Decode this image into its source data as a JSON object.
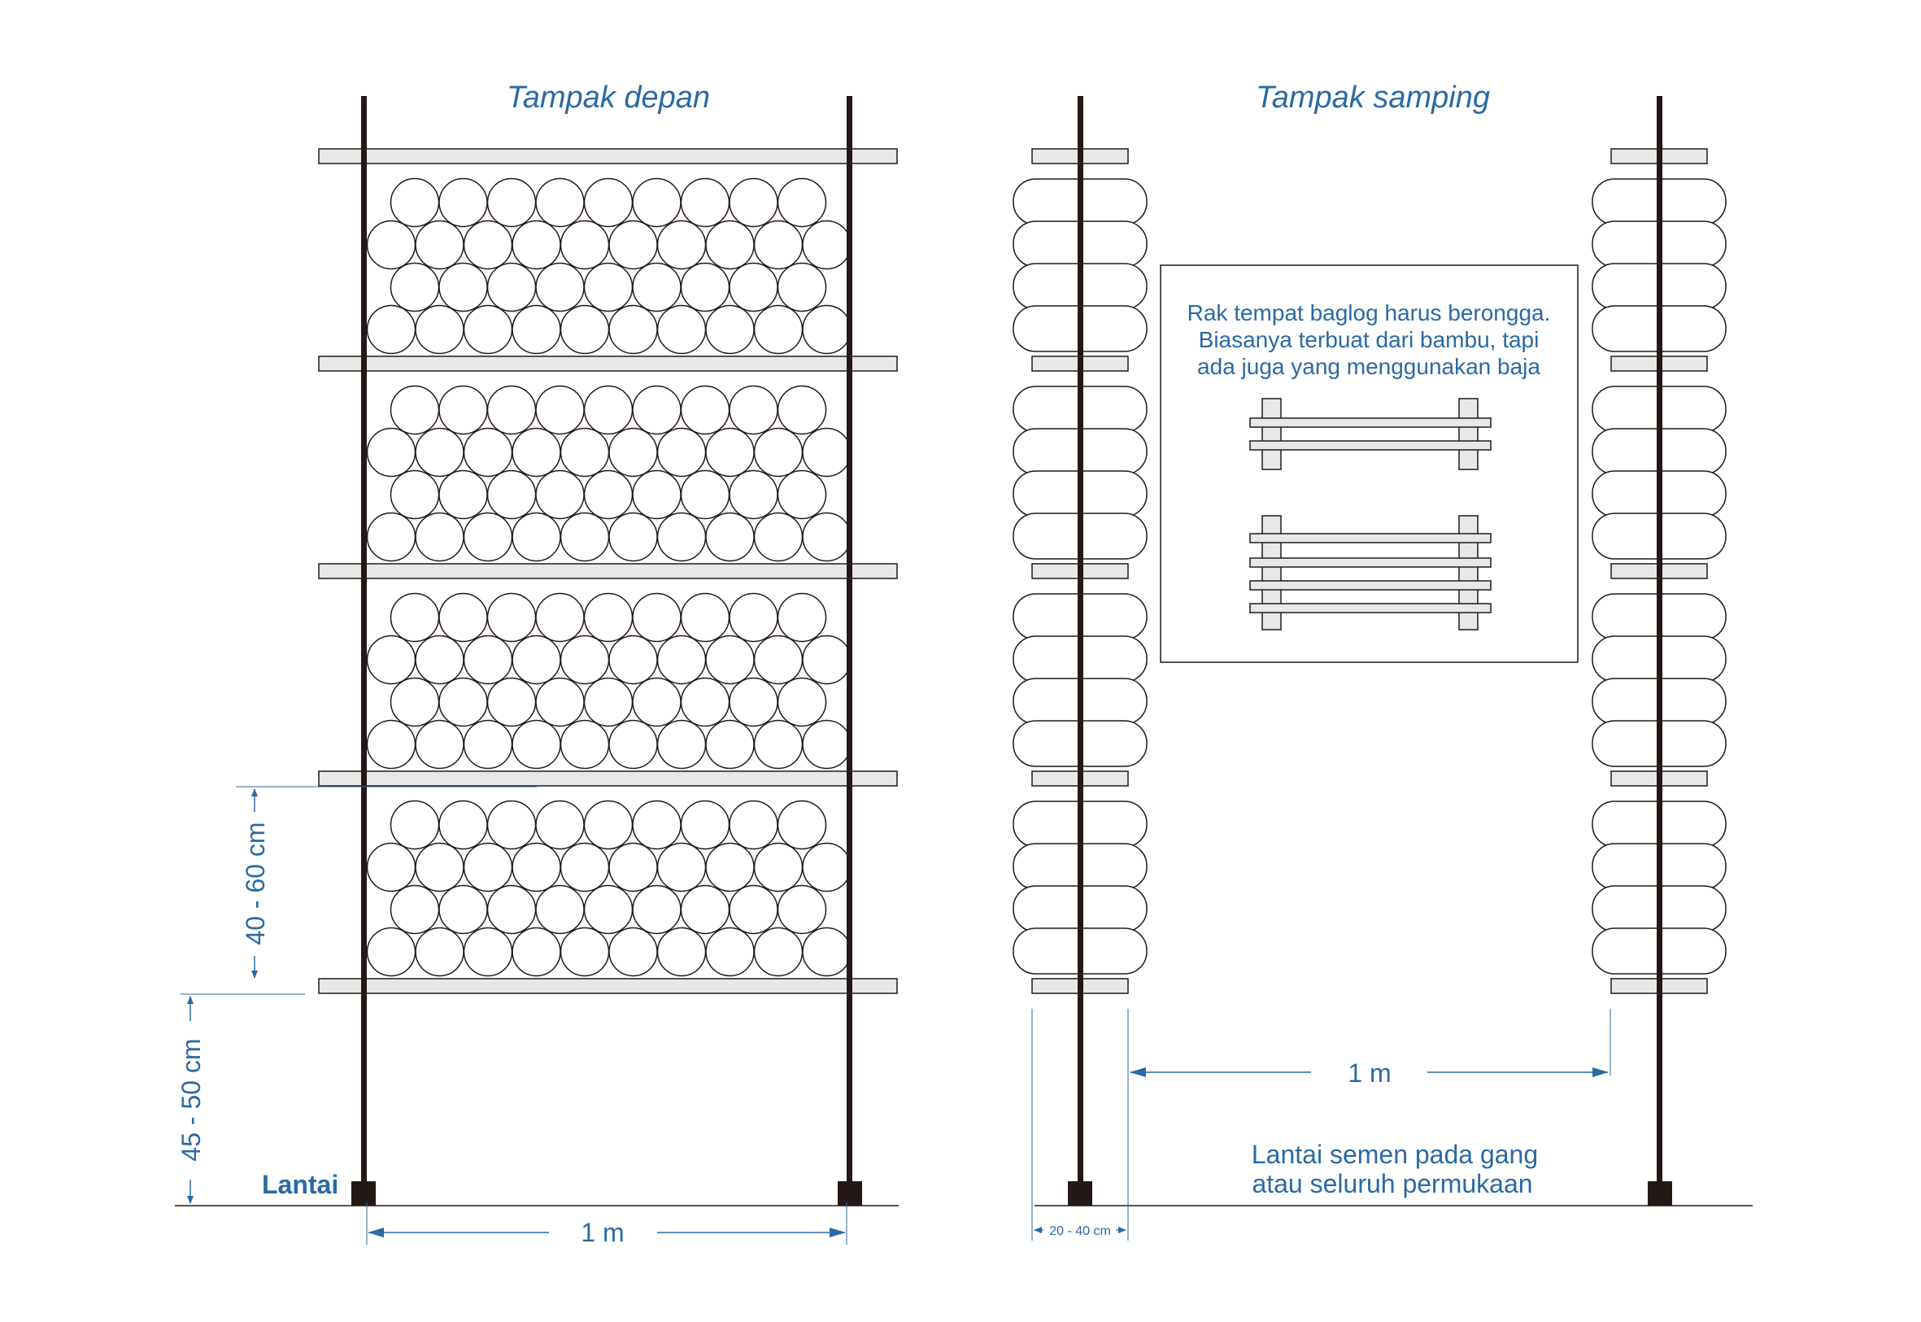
{
  "front_view": {
    "title": "Tampak depan",
    "dim_shelf_gap": "40 - 60 cm",
    "dim_floor_gap": "45 - 50 cm",
    "floor_label": "Lantai",
    "dim_width": "1 m"
  },
  "side_view": {
    "title": "Tampak samping",
    "dim_aisle": "1 m",
    "dim_rack_depth": "20 - 40 cm",
    "floor_note_line1": "Lantai semen pada gang",
    "floor_note_line2": "atau seluruh permukaan"
  },
  "info_box": {
    "line1": "Rak tempat baglog harus berongga.",
    "line2": "Biasanya terbuat dari bambu, tapi",
    "line3": "ada juga yang menggunakan baja"
  },
  "colors": {
    "text_blue": "#2a6aa3",
    "post": "#231815",
    "shelf_fill": "#e8e8e8"
  }
}
